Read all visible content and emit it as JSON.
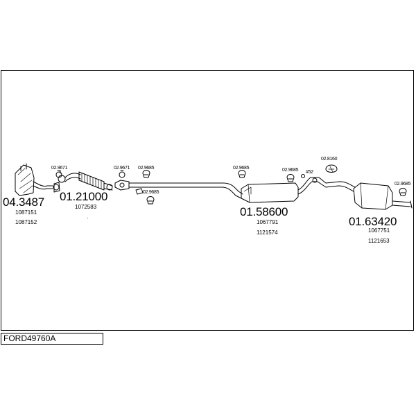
{
  "diagram_code": "FORD49760A",
  "parts": [
    {
      "id": "cat",
      "part_no": "04.3487",
      "refs": [
        "1087151",
        "1087152"
      ]
    },
    {
      "id": "front-pipe",
      "part_no": "01.21000",
      "refs": [
        "1072583"
      ]
    },
    {
      "id": "middle-silencer",
      "part_no": "01.58600",
      "refs": [
        "1067791",
        "1121574"
      ]
    },
    {
      "id": "rear-silencer",
      "part_no": "01.63420",
      "refs": [
        "1067751",
        "1121653"
      ]
    }
  ],
  "fittings": [
    {
      "id": "f1",
      "label": "02.9671"
    },
    {
      "id": "f2",
      "label": "02.9671"
    },
    {
      "id": "f3",
      "label": "02.9685"
    },
    {
      "id": "f4",
      "label": "02.9685"
    },
    {
      "id": "f5",
      "label": "02.9685"
    },
    {
      "id": "f6",
      "label": "02.9685"
    },
    {
      "id": "f7",
      "label": "02.8160"
    },
    {
      "id": "f8",
      "label": "02.9685"
    },
    {
      "id": "f9",
      "label": "#52"
    }
  ],
  "marks": {
    "dot": "·"
  }
}
